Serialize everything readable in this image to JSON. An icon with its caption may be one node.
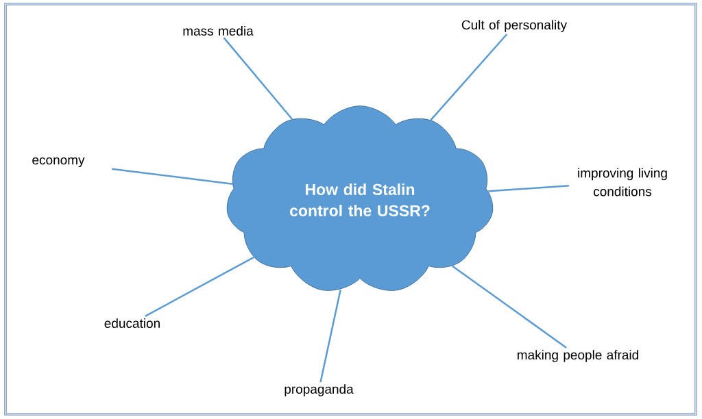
{
  "diagram": {
    "nodes": [
      {
        "text": [
          "How did Stalin control the USSR?"
        ]
      },
      {
        "text": [
          "mass media"
        ]
      },
      {
        "text": [
          "Cult of personality"
        ]
      },
      {
        "text": [
          "economy"
        ]
      },
      {
        "text": [
          "improving living conditions"
        ]
      },
      {
        "text": [
          "education"
        ]
      },
      {
        "text": [
          "making people afraid"
        ]
      },
      {
        "text": [
          "propaganda"
        ]
      }
    ],
    "edges": [
      {
        "from": 1,
        "to": 0,
        "arrow": "none"
      },
      {
        "from": 2,
        "to": 0,
        "arrow": "none"
      },
      {
        "from": 3,
        "to": 0,
        "arrow": "none"
      },
      {
        "from": 4,
        "to": 0,
        "arrow": "none"
      },
      {
        "from": 5,
        "to": 0,
        "arrow": "none"
      },
      {
        "from": 6,
        "to": 0,
        "arrow": "none"
      },
      {
        "from": 7,
        "to": 0,
        "arrow": "none"
      }
    ]
  }
}
